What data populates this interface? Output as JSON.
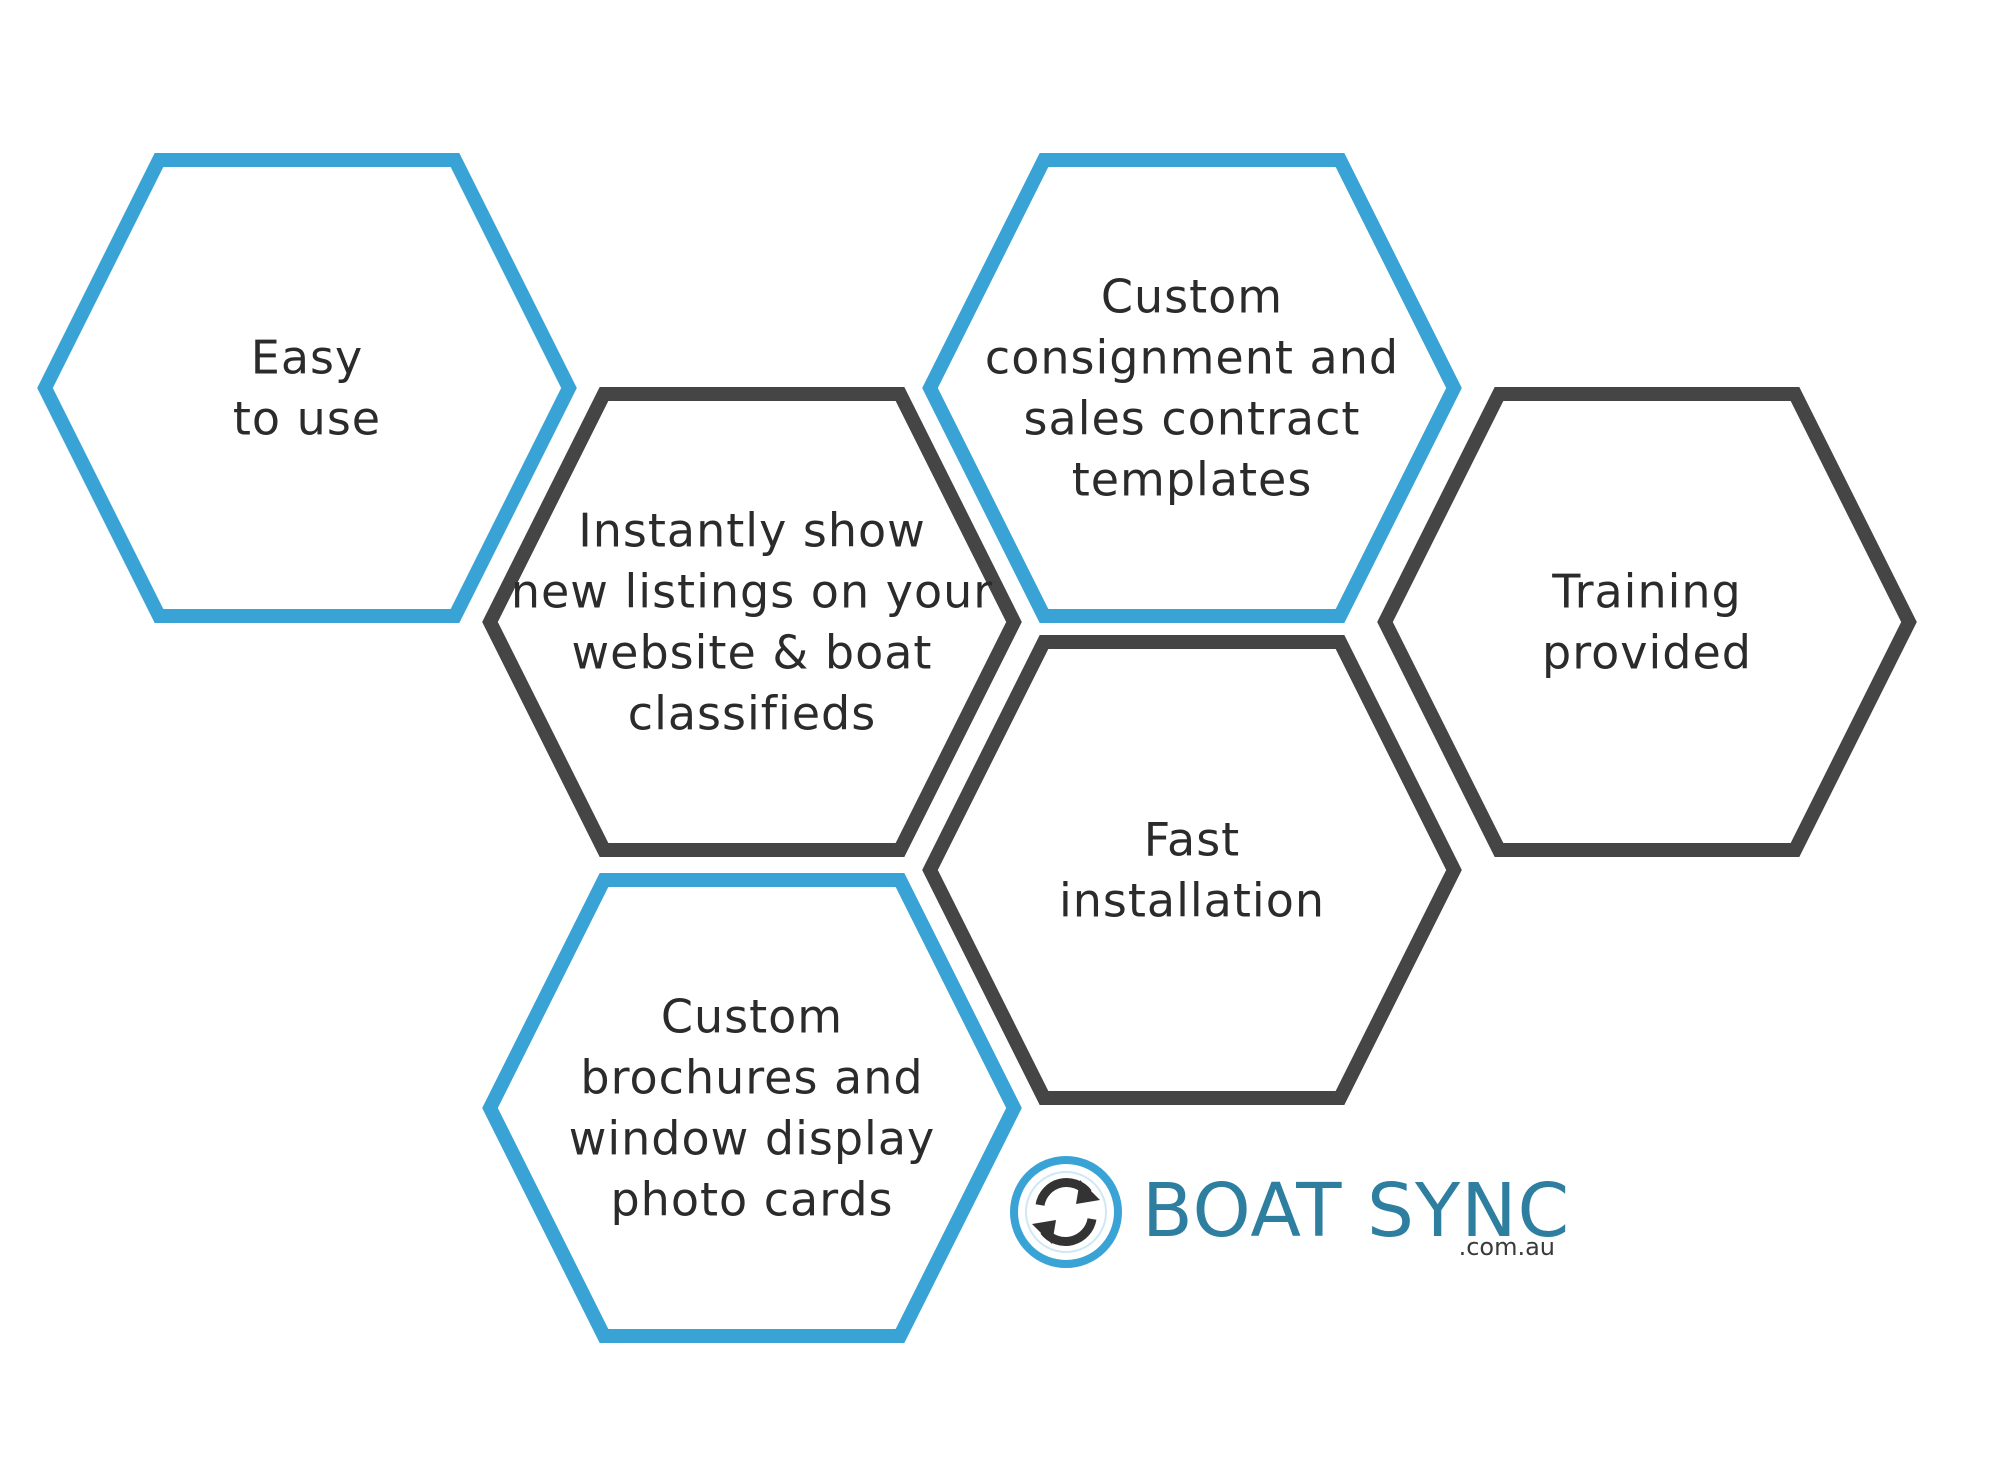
{
  "colors": {
    "blue": "#3aa3d6",
    "gray": "#454545",
    "text": "#2b2b2b",
    "logo_blue": "#2e7ea0",
    "logo_ring": "#3aa3d6",
    "logo_dark": "#333333"
  },
  "hexagons": [
    {
      "id": "easy-to-use",
      "style": "blue",
      "lines": [
        "Easy",
        "to use"
      ]
    },
    {
      "id": "instantly-show",
      "style": "gray",
      "lines": [
        "Instantly show",
        "new listings on your",
        "website & boat",
        "classifieds"
      ]
    },
    {
      "id": "custom-consignment",
      "style": "blue",
      "lines": [
        "Custom",
        "consignment and",
        "sales contract",
        "templates"
      ]
    },
    {
      "id": "training-provided",
      "style": "gray",
      "lines": [
        "Training",
        "provided"
      ]
    },
    {
      "id": "fast-installation",
      "style": "gray",
      "lines": [
        "Fast",
        "installation"
      ]
    },
    {
      "id": "custom-brochures",
      "style": "blue",
      "lines": [
        "Custom",
        "brochures and",
        "window display",
        "photo cards"
      ]
    }
  ],
  "logo": {
    "icon": "sync-arrows-icon",
    "name": "BOAT SYNC",
    "domain": ".com.au"
  }
}
